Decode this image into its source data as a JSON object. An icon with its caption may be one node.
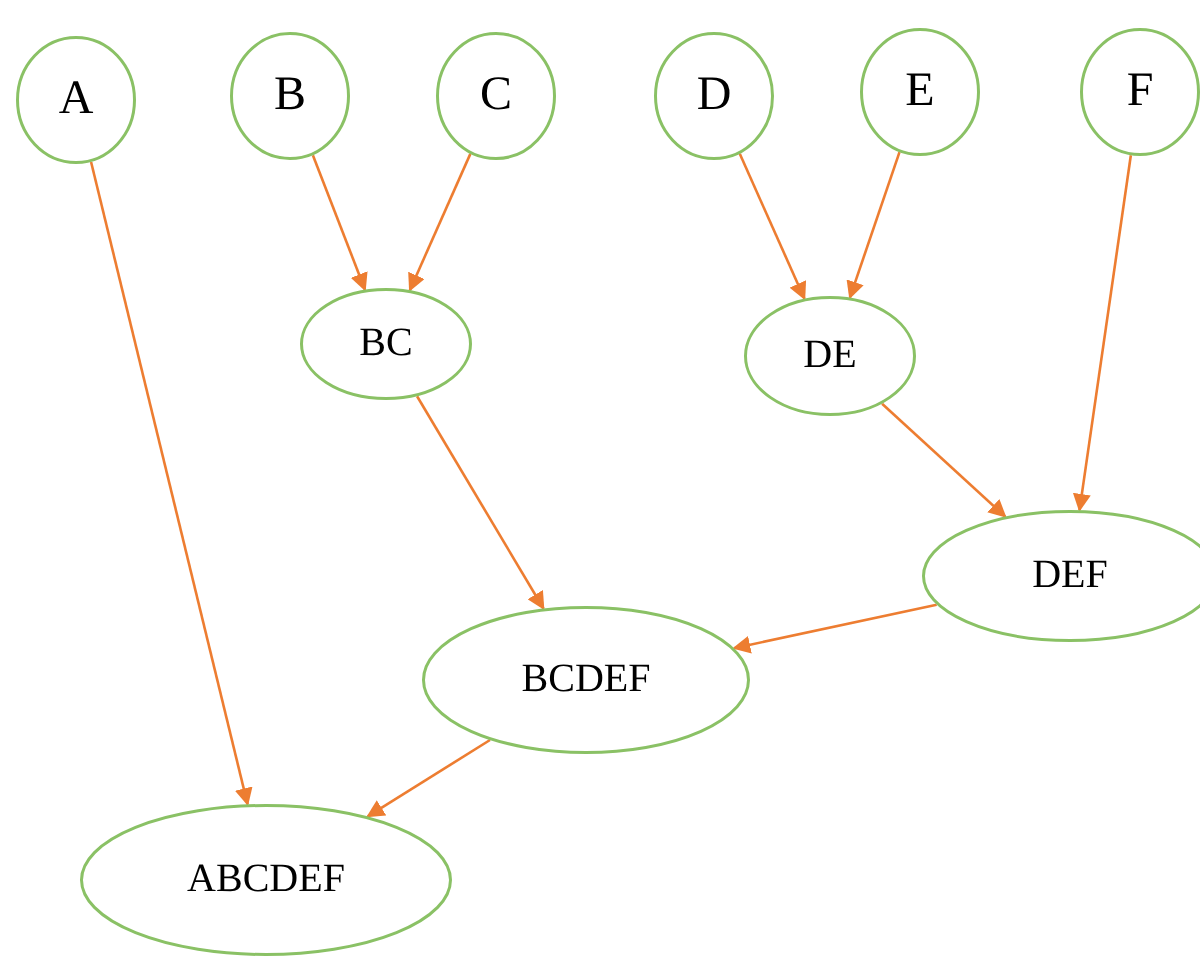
{
  "diagram": {
    "nodes": [
      {
        "text": [
          "A"
        ]
      },
      {
        "text": [
          "B"
        ]
      },
      {
        "text": [
          "C"
        ]
      },
      {
        "text": [
          "D"
        ]
      },
      {
        "text": [
          "E"
        ]
      },
      {
        "text": [
          "F"
        ]
      },
      {
        "text": [
          "BC"
        ]
      },
      {
        "text": [
          "DE"
        ]
      },
      {
        "text": [
          "DEF"
        ]
      },
      {
        "text": [
          "BCDEF"
        ]
      },
      {
        "text": [
          "ABCDEF"
        ]
      }
    ],
    "edges": [
      {
        "from": 0,
        "to": 10,
        "arrow": "to"
      },
      {
        "from": 1,
        "to": 6,
        "arrow": "to"
      },
      {
        "from": 2,
        "to": 6,
        "arrow": "to"
      },
      {
        "from": 3,
        "to": 7,
        "arrow": "to"
      },
      {
        "from": 4,
        "to": 7,
        "arrow": "to"
      },
      {
        "from": 5,
        "to": 8,
        "arrow": "to"
      },
      {
        "from": 6,
        "to": 9,
        "arrow": "to"
      },
      {
        "from": 7,
        "to": 8,
        "arrow": "to"
      },
      {
        "from": 8,
        "to": 9,
        "arrow": "to"
      },
      {
        "from": 9,
        "to": 10,
        "arrow": "to"
      }
    ]
  }
}
